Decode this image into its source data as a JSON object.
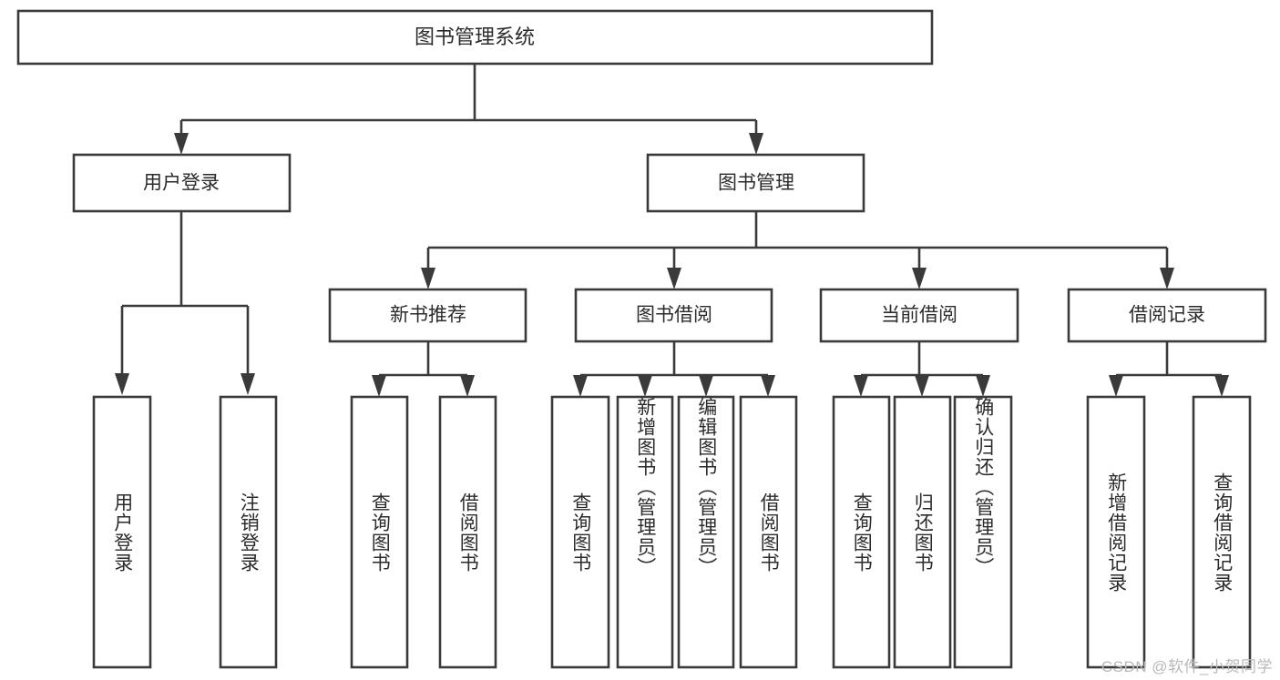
{
  "diagram": {
    "title": "图书管理系统",
    "type": "tree",
    "root": {
      "id": "root",
      "label": "图书管理系统",
      "orientation": "horizontal"
    },
    "level2": [
      {
        "id": "user-login",
        "label": "用户登录",
        "orientation": "horizontal"
      },
      {
        "id": "book-management",
        "label": "图书管理",
        "orientation": "horizontal"
      }
    ],
    "level3": [
      {
        "id": "new-book-recommend",
        "label": "新书推荐",
        "parent": "book-management",
        "orientation": "horizontal"
      },
      {
        "id": "book-borrow",
        "label": "图书借阅",
        "parent": "book-management",
        "orientation": "horizontal"
      },
      {
        "id": "current-borrow",
        "label": "当前借阅",
        "parent": "book-management",
        "orientation": "horizontal"
      },
      {
        "id": "borrow-record",
        "label": "借阅记录",
        "parent": "book-management",
        "orientation": "horizontal"
      }
    ],
    "leaves": [
      {
        "id": "leaf-user-login",
        "label": "用户登录",
        "parent": "user-login",
        "orientation": "vertical"
      },
      {
        "id": "leaf-logout-login",
        "label": "注销登录",
        "parent": "user-login",
        "orientation": "vertical"
      },
      {
        "id": "leaf-query-book-1",
        "label": "查询图书",
        "parent": "new-book-recommend",
        "orientation": "vertical"
      },
      {
        "id": "leaf-borrow-book-1",
        "label": "借阅图书",
        "parent": "new-book-recommend",
        "orientation": "vertical"
      },
      {
        "id": "leaf-query-book-2",
        "label": "查询图书",
        "parent": "book-borrow",
        "orientation": "vertical"
      },
      {
        "id": "leaf-add-book",
        "label": "新增图书（管理员）",
        "parent": "book-borrow",
        "orientation": "vertical"
      },
      {
        "id": "leaf-edit-book",
        "label": "编辑图书（管理员）",
        "parent": "book-borrow",
        "orientation": "vertical"
      },
      {
        "id": "leaf-borrow-book-2",
        "label": "借阅图书",
        "parent": "book-borrow",
        "orientation": "vertical"
      },
      {
        "id": "leaf-query-book-3",
        "label": "查询图书",
        "parent": "current-borrow",
        "orientation": "vertical"
      },
      {
        "id": "leaf-return-book",
        "label": "归还图书",
        "parent": "current-borrow",
        "orientation": "vertical"
      },
      {
        "id": "leaf-confirm-return",
        "label": "确认归还（管理员）",
        "parent": "current-borrow",
        "orientation": "vertical"
      },
      {
        "id": "leaf-add-record",
        "label": "新增借阅记录",
        "parent": "borrow-record",
        "orientation": "vertical"
      },
      {
        "id": "leaf-query-record",
        "label": "查询借阅记录",
        "parent": "borrow-record",
        "orientation": "vertical"
      }
    ],
    "colors": {
      "box_stroke": "#3a3a3a",
      "box_fill": "#ffffff",
      "text": "#2b2b2b",
      "background": "#ffffff",
      "watermark": "#b9b9b9"
    }
  },
  "watermark": {
    "text": "CSDN @软件_小贺同学"
  }
}
